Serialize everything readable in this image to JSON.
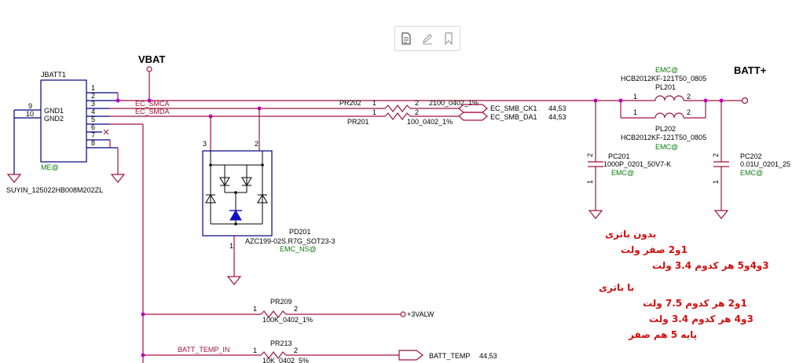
{
  "toolbar": {
    "icons": [
      "select-text-icon",
      "annotate-pen-icon",
      "bookmark-icon"
    ]
  },
  "connector": {
    "ref": "JBATT1",
    "gnd1": "GND1",
    "gnd2": "GND2",
    "gnd_pin1": "9",
    "gnd_pin2": "10",
    "pins": [
      "1",
      "2",
      "3",
      "4",
      "5",
      "6",
      "7",
      "8"
    ],
    "variant": "ME@",
    "part": "SUYIN_125022HB008M202ZL"
  },
  "vbat": "VBAT",
  "batt_plus": "BATT+",
  "nets": {
    "ec_smca": "EC_SMCA",
    "ec_smda": "EC_SMDA",
    "ec_smb_ck1": "EC_SMB_CK1",
    "ec_smb_da1": "EC_SMB_DA1",
    "ref_ck": "44,53",
    "ref_da": "44,53",
    "batt_temp_in": "BATT_TEMP_IN",
    "batt_temp": "BATT_TEMP",
    "batt_temp_ref": "44,53",
    "valw": "+3VALW"
  },
  "pr202": {
    "ref": "PR202",
    "value": "2100_0402_1%",
    "pin1": "1",
    "pin2": "2"
  },
  "pr201": {
    "ref": "PR201",
    "value": "100_0402_1%",
    "pin1": "1",
    "pin2": "2"
  },
  "pd201": {
    "ref": "PD201",
    "value": "AZC199-02S.R7G_SOT23-3",
    "variant": "EMC_NS@",
    "pin1": "1",
    "pin2": "2",
    "pin3": "3"
  },
  "pl201": {
    "ref": "PL201",
    "value": "HCB2012KF-121T50_0805",
    "variant": "EMC@",
    "pin1": "1",
    "pin2": "2"
  },
  "pl202": {
    "ref": "PL202",
    "value": "HCB2012KF-121T50_0805",
    "variant": "EMC@",
    "pin1": "1",
    "pin2": "2"
  },
  "pc201": {
    "ref": "PC201",
    "value": "1000P_0201_50V7-K",
    "variant": "EMC@",
    "pin1": "1",
    "pin2": "2"
  },
  "pc202": {
    "ref": "PC202",
    "value": "0.01U_0201_25",
    "variant": "EMC@",
    "pin1": "1",
    "pin2": "2"
  },
  "pr209": {
    "ref": "PR209",
    "value": "100K_0402_1%",
    "pin1": "1",
    "pin2": "2"
  },
  "pr213": {
    "ref": "PR213",
    "value": "10K_0402_5%",
    "pin1": "1",
    "pin2": "2"
  },
  "notes": {
    "no_battery_title": "بدون باتری",
    "no_battery_line1": "1و2  صفر ولت",
    "no_battery_line2": "3و4و5 هر کدوم 3.4 ولت",
    "with_battery_title": "با باتری",
    "with_battery_line1": "1و2 هر کدوم 7.5 ولت",
    "with_battery_line2": "3و4 هر کدوم 3.4 ولت",
    "with_battery_line3": "پایه 5 هم صفر"
  }
}
